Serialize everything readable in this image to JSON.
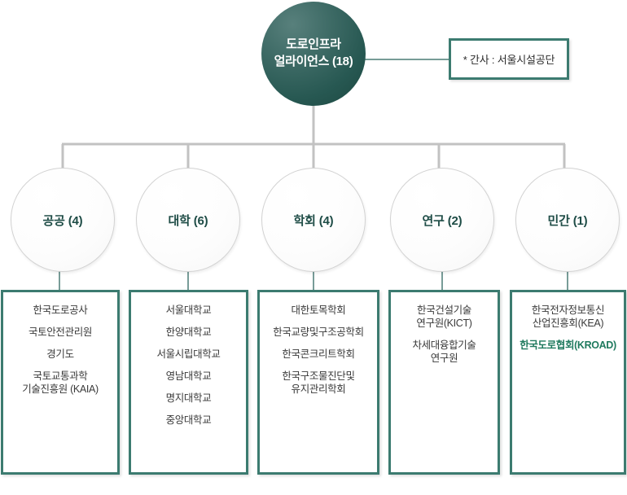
{
  "root": {
    "label": "도로인프라\n얼라이언스 (18)"
  },
  "note": {
    "text": "* 간사 : 서울시설공단"
  },
  "colors": {
    "root_circle_dark": "#1c4740",
    "root_circle_light": "#58807c",
    "box_border": "#3c7b70",
    "line_gray": "#c2c2c2",
    "line_teal": "#4a7b75",
    "highlight_text": "#1f7a5e",
    "category_text": "#1e4c46",
    "member_text": "#3a3a3a"
  },
  "categories": [
    {
      "label": "공공 (4)",
      "count": 4,
      "members": [
        {
          "text": "한국도로공사",
          "highlight": false
        },
        {
          "text": "국토안전관리원",
          "highlight": false
        },
        {
          "text": "경기도",
          "highlight": false
        },
        {
          "text": "국토교통과학\n기술진흥원 (KAIA)",
          "highlight": false
        }
      ]
    },
    {
      "label": "대학 (6)",
      "count": 6,
      "members": [
        {
          "text": "서울대학교",
          "highlight": false
        },
        {
          "text": "한양대학교",
          "highlight": false
        },
        {
          "text": "서울시립대학교",
          "highlight": false
        },
        {
          "text": "영남대학교",
          "highlight": false
        },
        {
          "text": "명지대학교",
          "highlight": false
        },
        {
          "text": "중앙대학교",
          "highlight": false
        }
      ]
    },
    {
      "label": "학회 (4)",
      "count": 4,
      "members": [
        {
          "text": "대한토목학회",
          "highlight": false
        },
        {
          "text": "한국교량및구조공학회",
          "highlight": false
        },
        {
          "text": "한국콘크리트학회",
          "highlight": false
        },
        {
          "text": "한국구조물진단및\n유지관리학회",
          "highlight": false
        }
      ]
    },
    {
      "label": "연구 (2)",
      "count": 2,
      "members": [
        {
          "text": "한국건설기술\n연구원(KICT)",
          "highlight": false
        },
        {
          "text": "차세대융합기술\n연구원",
          "highlight": false
        }
      ]
    },
    {
      "label": "민간 (1)",
      "count": 1,
      "members": [
        {
          "text": "한국전자정보통신\n산업진흥회(KEA)",
          "highlight": false
        },
        {
          "text": "한국도로협회(KROAD)",
          "highlight": true
        }
      ]
    }
  ]
}
